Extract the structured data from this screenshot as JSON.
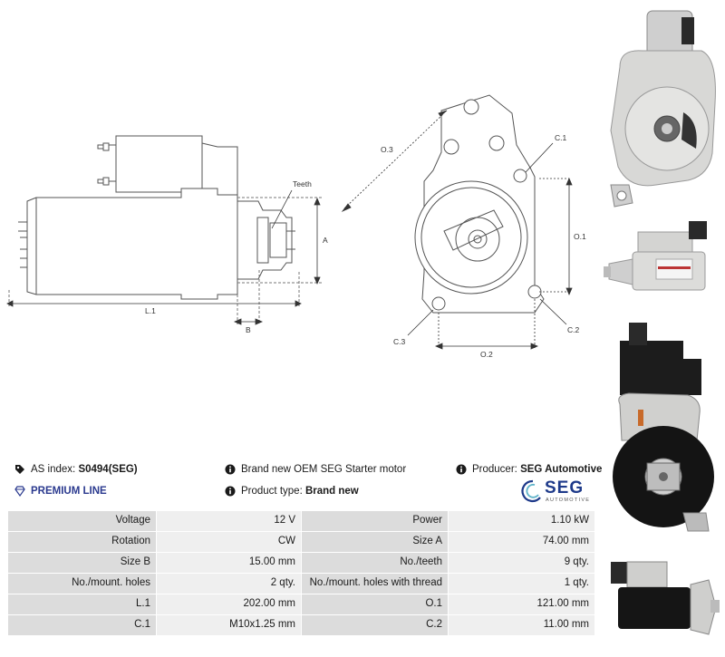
{
  "drawing": {
    "label_teeth": "Teeth",
    "label_a": "A",
    "label_b": "B",
    "label_l1": "L.1",
    "label_o1": "O.1",
    "label_o2": "O.2",
    "label_o3": "O.3",
    "label_c1": "C.1",
    "label_c2": "C.2",
    "label_c3": "C.3"
  },
  "info": {
    "as_index_label": "AS index:",
    "as_index_value": "S0494(SEG)",
    "premium_line": "PREMIUM LINE",
    "description": "Brand new OEM SEG Starter motor",
    "product_type_label": "Product type:",
    "product_type_value": "Brand new",
    "producer_label": "Producer:",
    "producer_value": "SEG Automotive",
    "logo_text": "SEG",
    "logo_sub": "AUTOMOTIVE"
  },
  "specs": [
    {
      "l1": "Voltage",
      "v1": "12 V",
      "l2": "Power",
      "v2": "1.10 kW"
    },
    {
      "l1": "Rotation",
      "v1": "CW",
      "l2": "Size A",
      "v2": "74.00 mm"
    },
    {
      "l1": "Size B",
      "v1": "15.00 mm",
      "l2": "No./teeth",
      "v2": "9 qty."
    },
    {
      "l1": "No./mount. holes",
      "v1": "2 qty.",
      "l2": "No./mount. holes with thread",
      "v2": "1 qty."
    },
    {
      "l1": "L.1",
      "v1": "202.00 mm",
      "l2": "O.1",
      "v2": "121.00 mm"
    },
    {
      "l1": "C.1",
      "v1": "M10x1.25 mm",
      "l2": "C.2",
      "v2": "11.00 mm"
    }
  ],
  "colors": {
    "brand_blue": "#1e3a8a",
    "premium_blue": "#2b3a8f",
    "label_cell": "#dcdcdc",
    "value_cell": "#efefef"
  }
}
